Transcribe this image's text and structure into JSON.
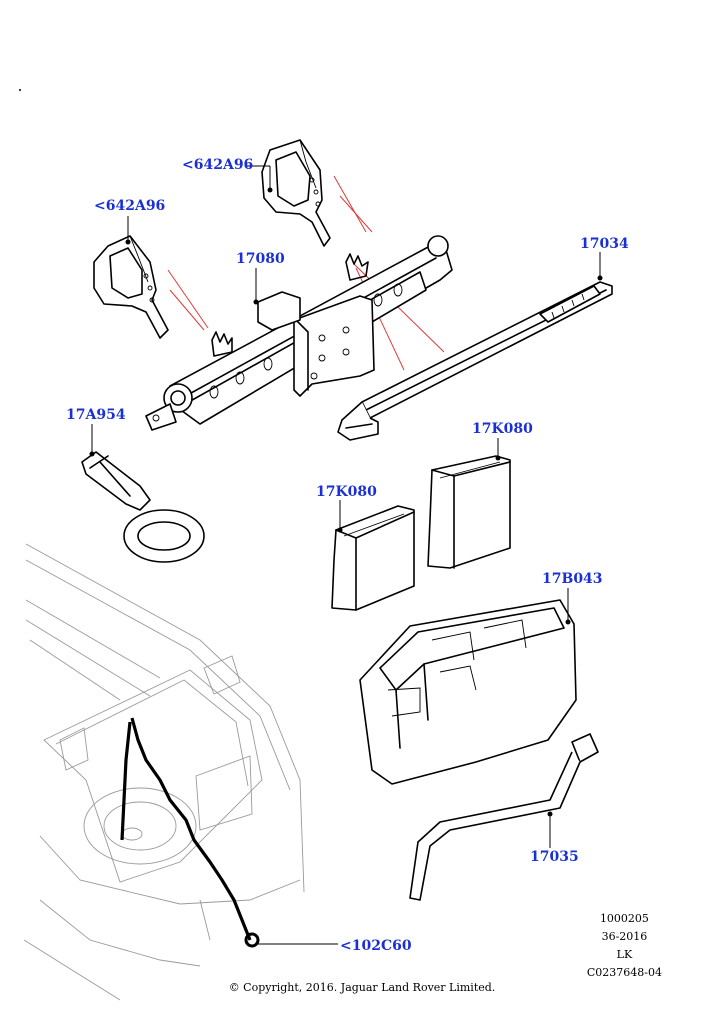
{
  "callouts": {
    "c642a96_top": "<642A96",
    "c642a96_left": "<642A96",
    "c17080": "17080",
    "c17034": "17034",
    "c17a954": "17A954",
    "c17k080_right": "17K080",
    "c17k080_left": "17K080",
    "c17b043": "17B043",
    "c17035": "17035",
    "c102c60": "<102C60"
  },
  "meta": {
    "line1": "1000205",
    "line2": "36-2016",
    "line3": "LK",
    "line4": "C0237648-04"
  },
  "copyright": "© Copyright, 2016. Jaguar Land Rover Limited.",
  "colors": {
    "callout": "#1a2fd6",
    "guide_line": "#e03a3a",
    "outline": "#000000",
    "vehicle": "#9a9a9a"
  }
}
